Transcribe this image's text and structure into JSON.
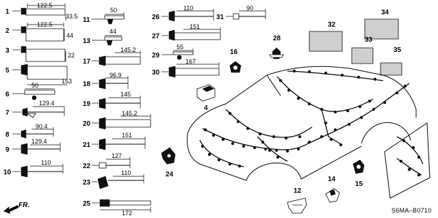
{
  "diagram_code": "S6MA–B0710",
  "front_label": "FR.",
  "callouts": [
    {
      "id": "1",
      "label": "1"
    },
    {
      "id": "2",
      "label": "2"
    },
    {
      "id": "3",
      "label": "3"
    },
    {
      "id": "5",
      "label": "5"
    },
    {
      "id": "6",
      "label": "6"
    },
    {
      "id": "7",
      "label": "7"
    },
    {
      "id": "8",
      "label": "8"
    },
    {
      "id": "9",
      "label": "9"
    },
    {
      "id": "10",
      "label": "10"
    },
    {
      "id": "11",
      "label": "11"
    },
    {
      "id": "13",
      "label": "13"
    },
    {
      "id": "17",
      "label": "17"
    },
    {
      "id": "18",
      "label": "18"
    },
    {
      "id": "19",
      "label": "19"
    },
    {
      "id": "20",
      "label": "20"
    },
    {
      "id": "21",
      "label": "21"
    },
    {
      "id": "22",
      "label": "22"
    },
    {
      "id": "23",
      "label": "23"
    },
    {
      "id": "25",
      "label": "25"
    },
    {
      "id": "26",
      "label": "26"
    },
    {
      "id": "27",
      "label": "27"
    },
    {
      "id": "29",
      "label": "29"
    },
    {
      "id": "30",
      "label": "30"
    },
    {
      "id": "31",
      "label": "31"
    },
    {
      "id": "28",
      "label": "28"
    },
    {
      "id": "16",
      "label": "16"
    },
    {
      "id": "4",
      "label": "4"
    },
    {
      "id": "32",
      "label": "32"
    },
    {
      "id": "33",
      "label": "33"
    },
    {
      "id": "34",
      "label": "34"
    },
    {
      "id": "35",
      "label": "35"
    },
    {
      "id": "24",
      "label": "24"
    },
    {
      "id": "12",
      "label": "12"
    },
    {
      "id": "14",
      "label": "14"
    },
    {
      "id": "15",
      "label": "15"
    }
  ],
  "dimensions": {
    "p1_len": "122.5",
    "p1_w": "33.5",
    "p2_len": "122.5",
    "p2_w": "44",
    "p3_w": "22",
    "p5_len": "153",
    "p6_len": "50",
    "p7_len": "129.4",
    "p8_len": "90.4",
    "p9_len": "129.4",
    "p10_len": "110",
    "p11_len": "50",
    "p13_len": "44",
    "p17_len": "145.2",
    "p18_len": "96.9",
    "p19_len": "145",
    "p20_len": "145.2",
    "p21_len": "151",
    "p22_len": "127",
    "p23_len": "110",
    "p25_len": "172",
    "p26_len": "110",
    "p27_len": "151",
    "p29_len": "55",
    "p30_len": "167",
    "p31_len": "90"
  }
}
